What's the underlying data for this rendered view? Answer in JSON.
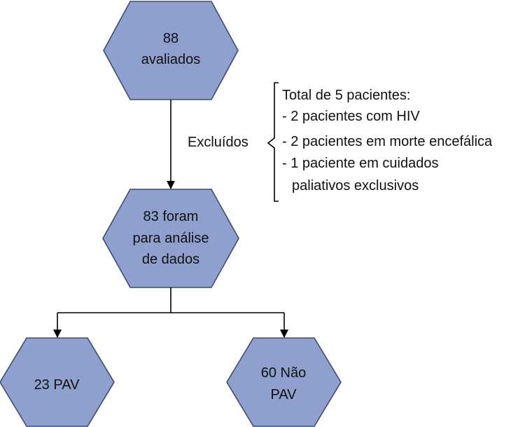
{
  "nodes": {
    "evaluated": {
      "lines": [
        "88",
        "avaliados"
      ]
    },
    "analysed": {
      "lines": [
        "83 foram",
        "para análise",
        "de dados"
      ]
    },
    "pav": {
      "lines": [
        "23 PAV"
      ]
    },
    "nao_pav": {
      "lines": [
        "60 Não",
        "PAV"
      ]
    }
  },
  "exclusion": {
    "label": "Excluídos",
    "title": "Total de 5 pacientes:",
    "items": [
      "- 2 pacientes com HIV",
      "- 2 pacientes em morte encefálica",
      "- 1 paciente em cuidados",
      "paliativos exclusivos"
    ]
  },
  "colors": {
    "node_fill": "#8fa0cf",
    "node_stroke": "#3d4c70",
    "line": "#000000"
  }
}
